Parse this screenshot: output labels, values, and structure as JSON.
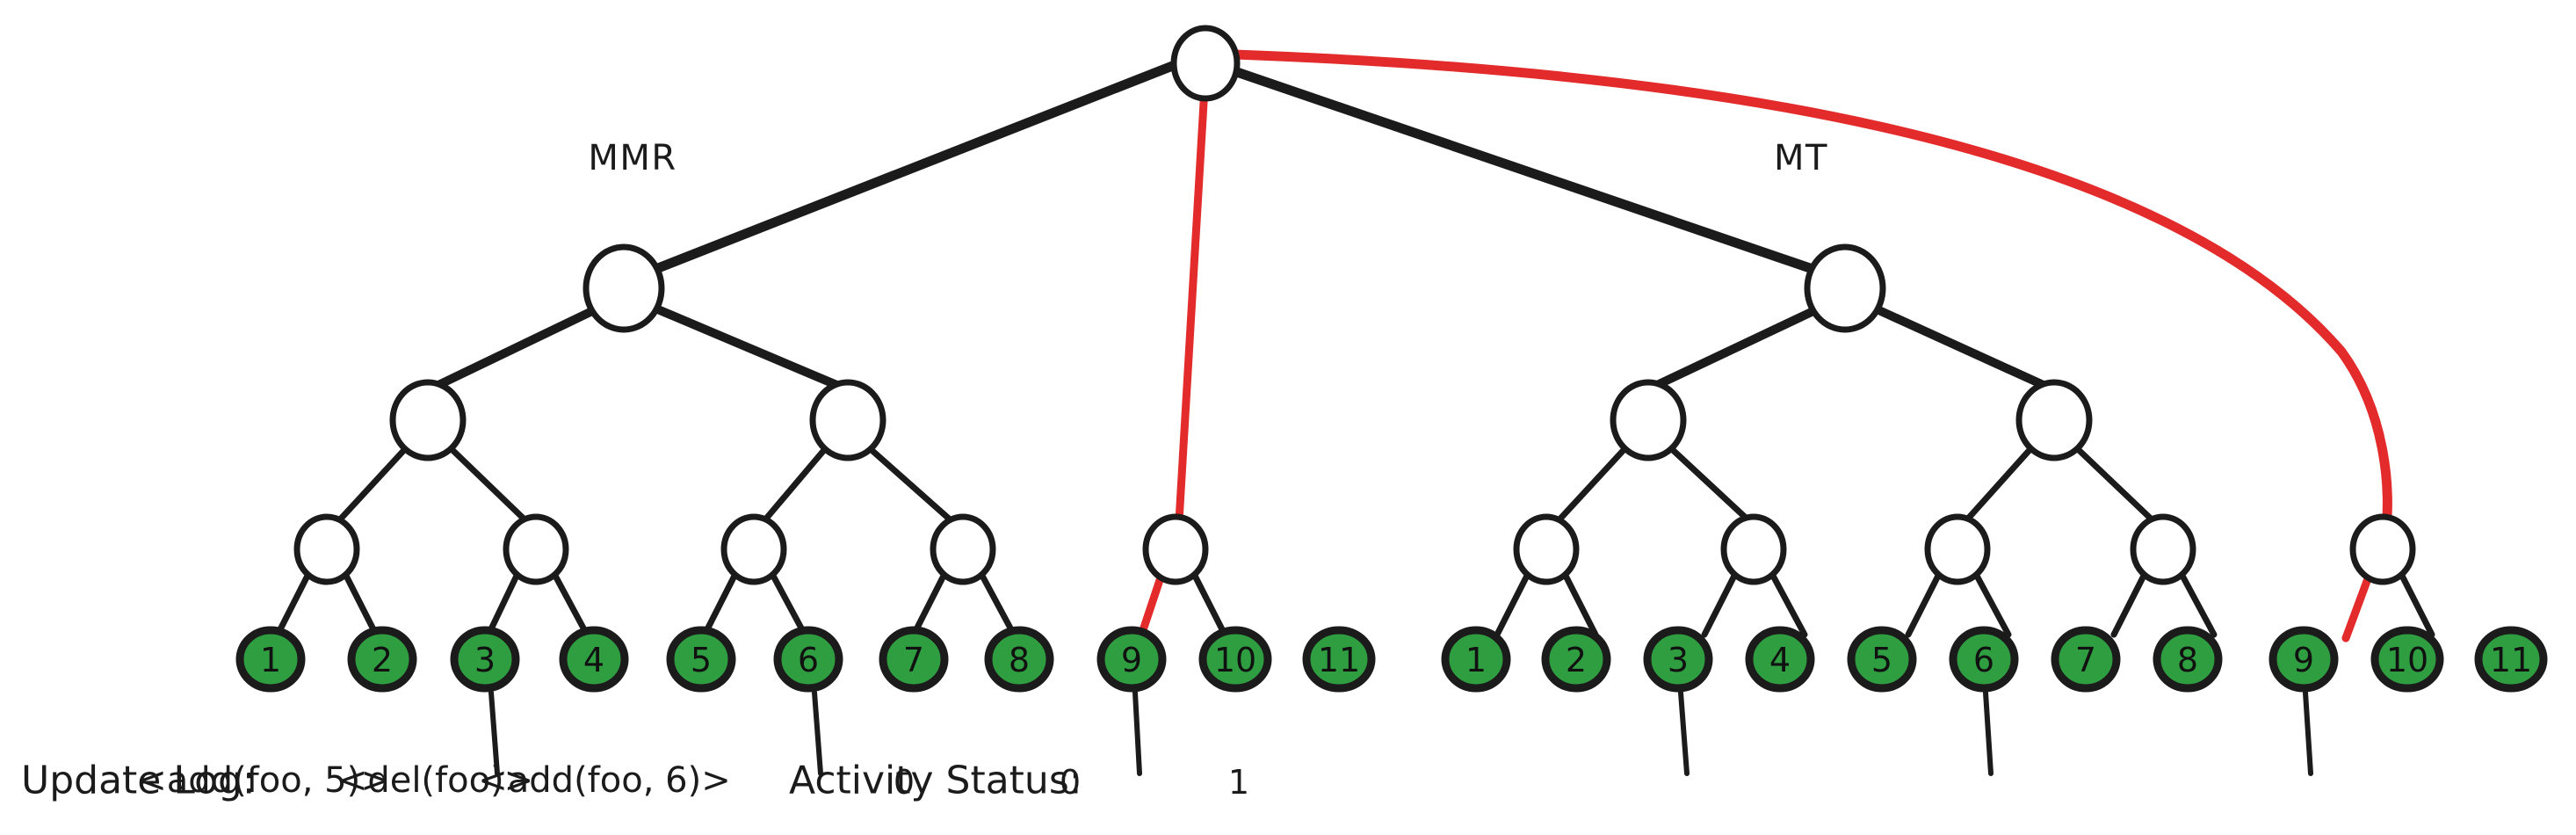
{
  "diagram": {
    "title_left": "MMR",
    "title_right": "MT",
    "accent_red": "#e32b2b",
    "leaf_green": "#2f9e41",
    "ink_black": "#1b1b1b",
    "background": "#ffffff"
  },
  "left_tree": {
    "name": "MMR",
    "label": "MMR",
    "leaves": [
      {
        "label": "1"
      },
      {
        "label": "2"
      },
      {
        "label": "3"
      },
      {
        "label": "4"
      },
      {
        "label": "5"
      },
      {
        "label": "6"
      },
      {
        "label": "7"
      },
      {
        "label": "8"
      },
      {
        "label": "9"
      },
      {
        "label": "10"
      },
      {
        "label": "11"
      }
    ]
  },
  "right_tree": {
    "name": "MT",
    "label": "MT",
    "leaves": [
      {
        "label": "1"
      },
      {
        "label": "2"
      },
      {
        "label": "3"
      },
      {
        "label": "4"
      },
      {
        "label": "5"
      },
      {
        "label": "6"
      },
      {
        "label": "7"
      },
      {
        "label": "8"
      },
      {
        "label": "9"
      },
      {
        "label": "10"
      },
      {
        "label": "11"
      }
    ]
  },
  "update_log": {
    "title": "Update Log:",
    "entries": [
      {
        "leaf": "3",
        "text": "<add(foo, 5)>"
      },
      {
        "leaf": "6",
        "text": "<del(foo)>"
      },
      {
        "leaf": "9",
        "text": "<add(foo, 6)>"
      }
    ]
  },
  "activity_status": {
    "title": "Activity Status:",
    "entries": [
      {
        "leaf": "3",
        "value": "0"
      },
      {
        "leaf": "6",
        "value": "0"
      },
      {
        "leaf": "9",
        "value": "1"
      }
    ]
  }
}
